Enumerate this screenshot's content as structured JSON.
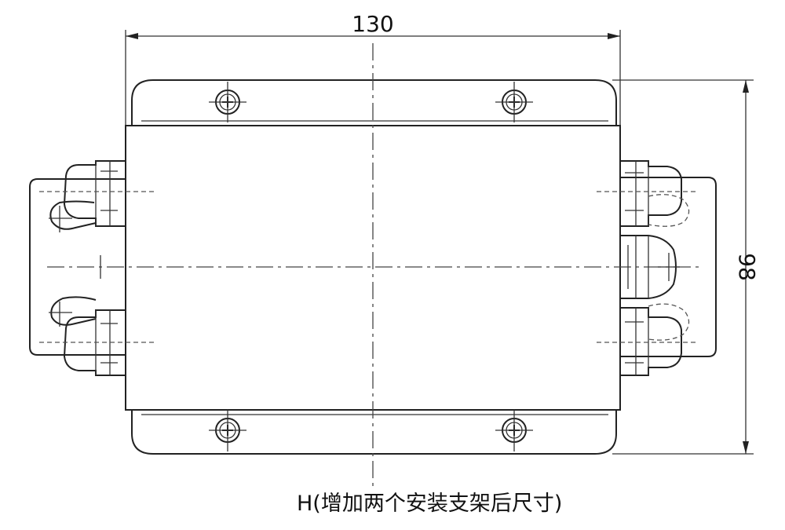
{
  "dimensions": {
    "width_label": "130",
    "height_label": "98"
  },
  "caption": "H(增加两个安装支架后尺寸)",
  "icons": [
    "screw-icon",
    "cable-gland-icon"
  ]
}
